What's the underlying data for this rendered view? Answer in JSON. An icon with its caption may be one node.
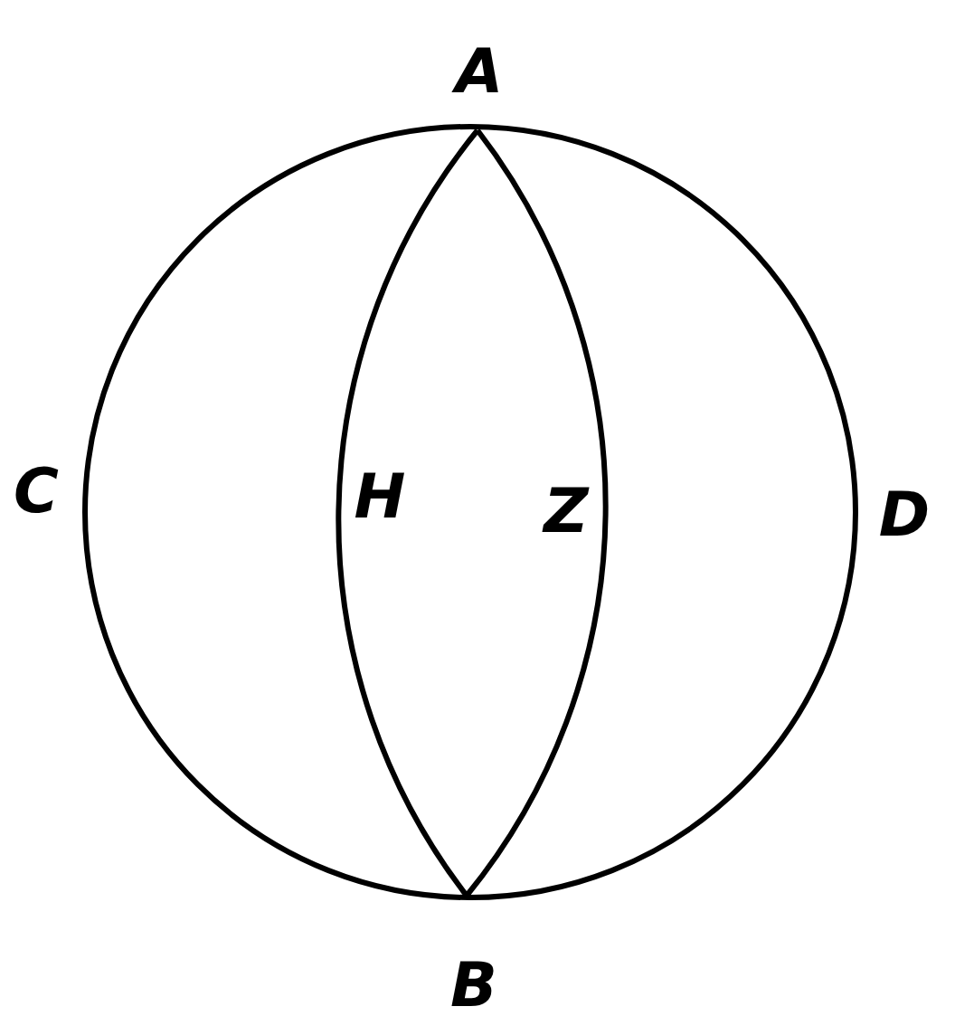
{
  "diagram": {
    "labels": [
      "A",
      "C",
      "H",
      "Z",
      "D",
      "B"
    ]
  }
}
